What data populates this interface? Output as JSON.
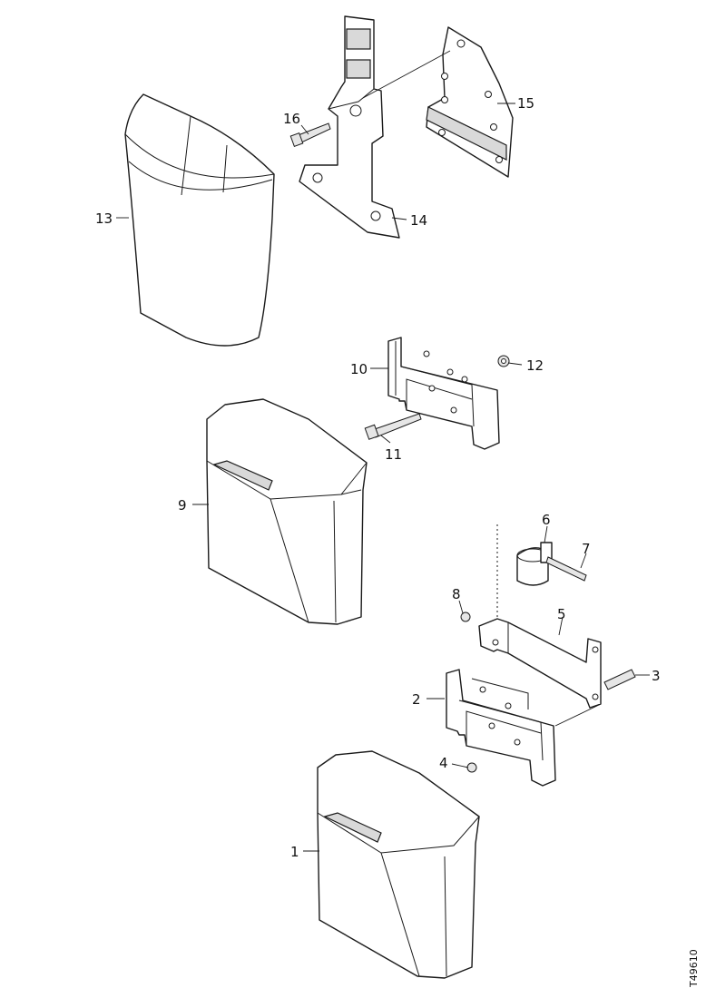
{
  "callouts": {
    "c1": "1",
    "c2": "2",
    "c3": "3",
    "c4": "4",
    "c5": "5",
    "c6": "6",
    "c7": "7",
    "c8": "8",
    "c9": "9",
    "c10": "10",
    "c11": "11",
    "c12": "12",
    "c13": "13",
    "c14": "14",
    "c15": "15",
    "c16": "16"
  },
  "drawing_ref": "T49610"
}
